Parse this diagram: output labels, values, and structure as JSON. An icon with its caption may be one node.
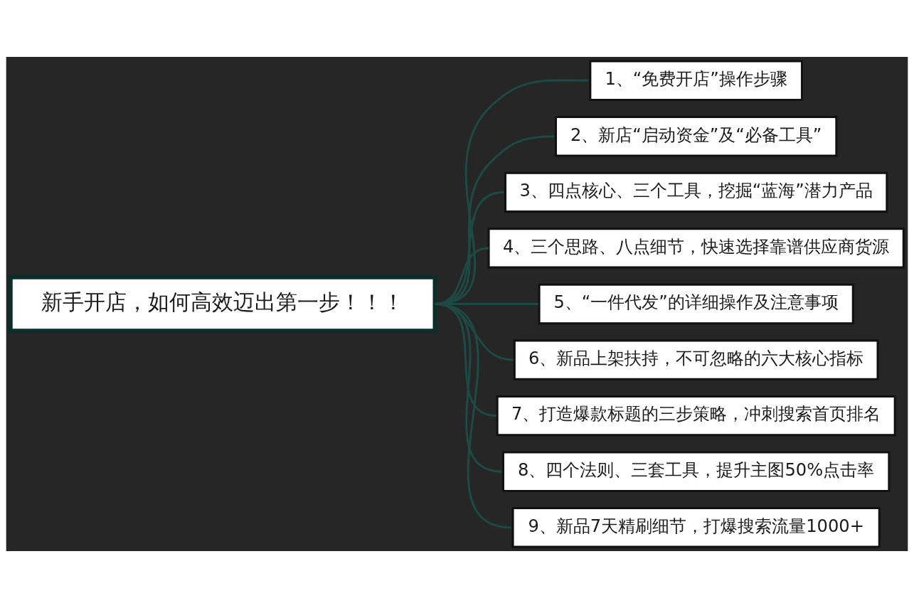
{
  "diagram": {
    "nodes": [
      {
        "text": [
          "新手开店，如何高效迈出第一步！！！"
        ]
      },
      {
        "text": [
          "1、“免费开店”操作步骤"
        ]
      },
      {
        "text": [
          "2、新店“启动资金”及“必备工具”"
        ]
      },
      {
        "text": [
          "3、四点核心、三个工具，挖掘“蓝海”潜力产品"
        ]
      },
      {
        "text": [
          "4、三个思路、八点细节，快速选择靠谱供应商货源"
        ]
      },
      {
        "text": [
          "5、“一件代发”的详细操作及注意事项"
        ]
      },
      {
        "text": [
          "6、新品上架扶持，不可忽略的六大核心指标"
        ]
      },
      {
        "text": [
          "7、打造爆款标题的三步策略，冲刺搜索首页排名"
        ]
      },
      {
        "text": [
          "8、四个法则、三套工具，提升主图50%点击率"
        ]
      },
      {
        "text": [
          "9、新品7天精刷细节，打爆搜索流量1000+"
        ]
      }
    ],
    "edges": [
      {
        "from": 0,
        "to": 1,
        "arrow": "none"
      },
      {
        "from": 0,
        "to": 2,
        "arrow": "none"
      },
      {
        "from": 0,
        "to": 3,
        "arrow": "none"
      },
      {
        "from": 0,
        "to": 4,
        "arrow": "none"
      },
      {
        "from": 0,
        "to": 5,
        "arrow": "none"
      },
      {
        "from": 0,
        "to": 6,
        "arrow": "none"
      },
      {
        "from": 0,
        "to": 7,
        "arrow": "none"
      },
      {
        "from": 0,
        "to": 8,
        "arrow": "none"
      },
      {
        "from": 0,
        "to": 9,
        "arrow": "none"
      }
    ]
  }
}
